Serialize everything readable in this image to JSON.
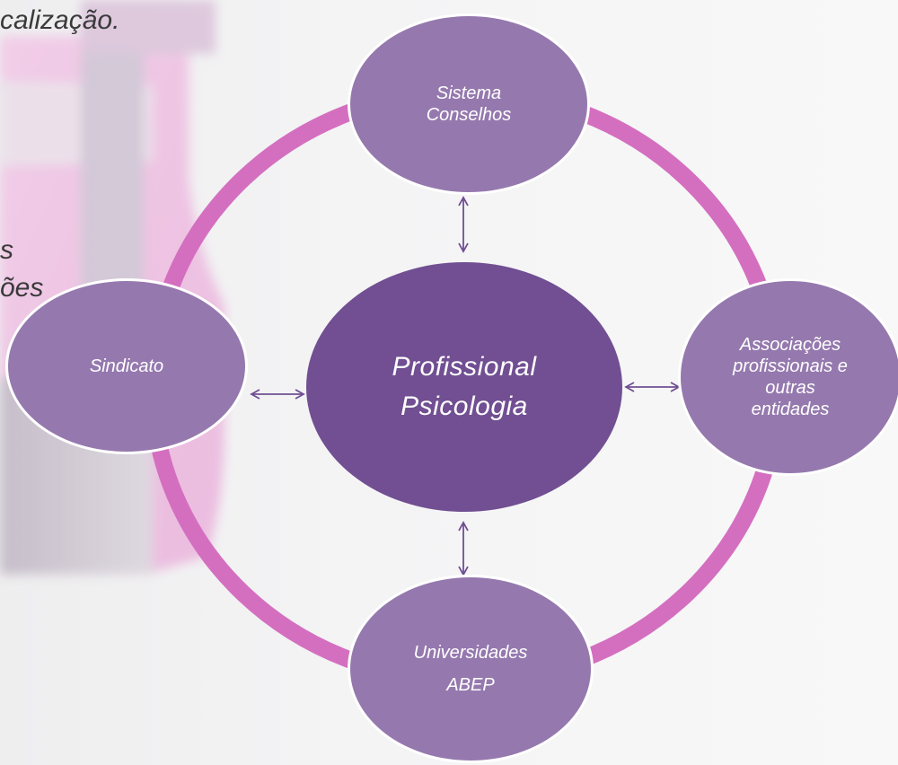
{
  "background_text": {
    "line1": "calização.",
    "line2": "s",
    "line3": "ões"
  },
  "diagram": {
    "center": {
      "line1": "Profissional",
      "line2": "Psicologia"
    },
    "top": {
      "line1": "Sistema",
      "line2": "Conselhos"
    },
    "left": {
      "line1": "Sindicato"
    },
    "right": {
      "line1": "Associações",
      "line2": "profissionais e",
      "line3": "outras",
      "line4": "entidades"
    },
    "bottom": {
      "line1": "Universidades",
      "line2": "ABEP"
    }
  },
  "colors": {
    "ring": "#d46fc0",
    "satellite": "#9579ae",
    "center": "#714f92",
    "arrow": "#6f4f93",
    "text": "#ffffff"
  }
}
